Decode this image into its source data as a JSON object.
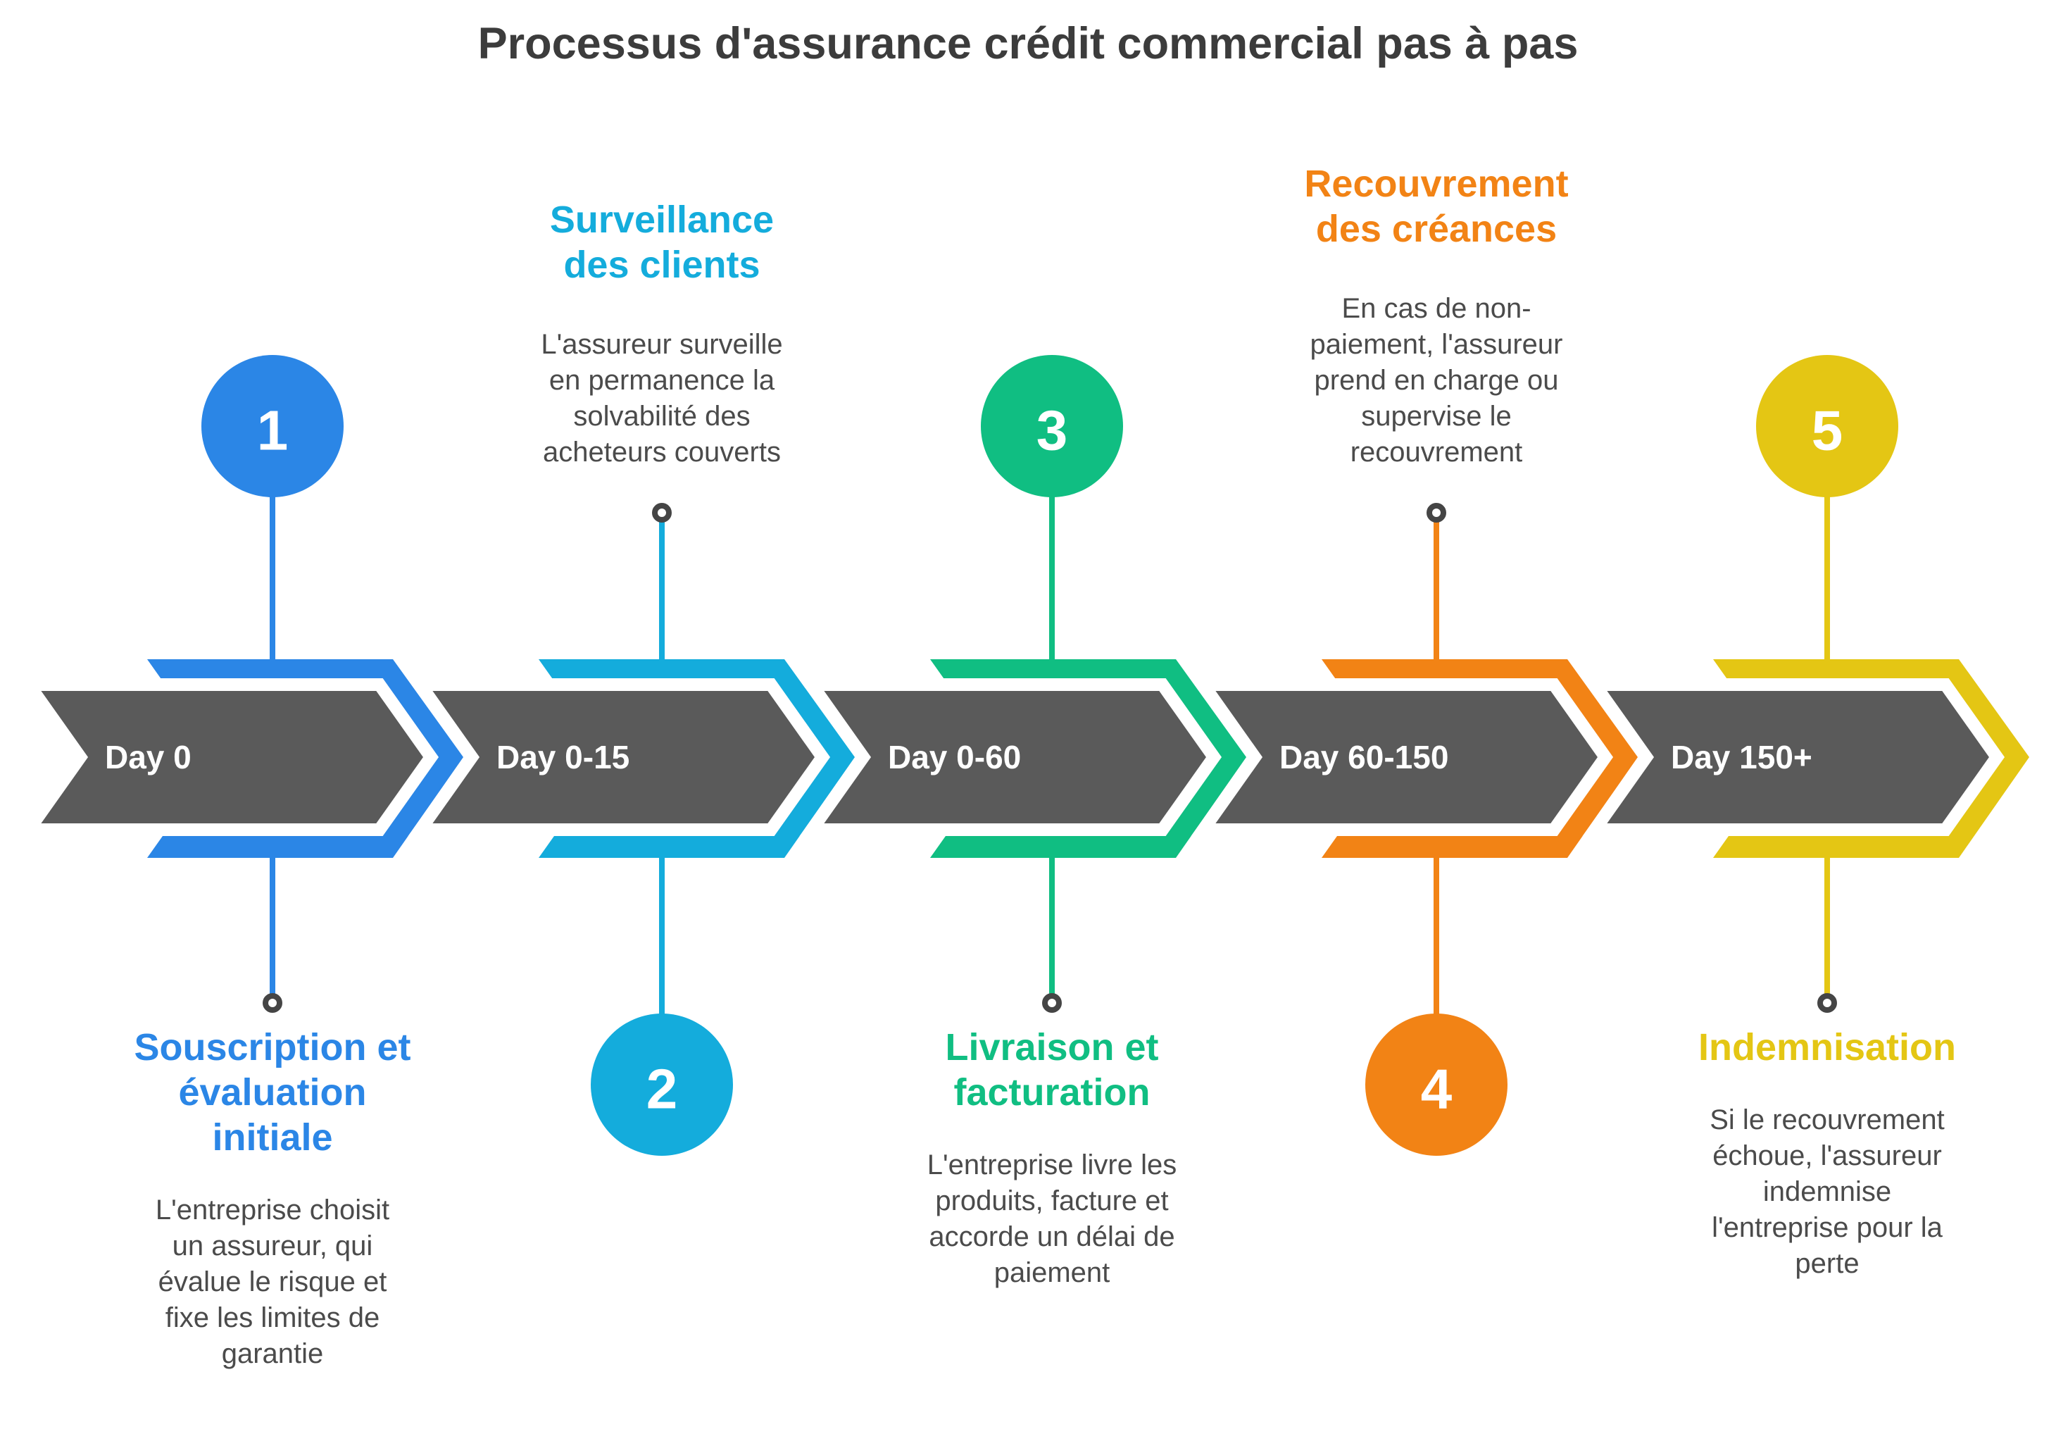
{
  "title": "Processus d'assurance crédit commercial pas à pas",
  "colors": {
    "title_text": "#3C3C3C",
    "description_text": "#4B4B4B",
    "band_gray": "#5A5A5A",
    "ring_border": "#454545",
    "background": "#FFFFFF"
  },
  "steps": [
    {
      "number": "1",
      "day_label": "Day 0",
      "heading": "Souscription et\névaluation\ninitiale",
      "description": "L'entreprise choisit\nun assureur, qui\névalue le risque et\nfixe les limites de\ngarantie",
      "color": "#2B86E6",
      "text_position": "below"
    },
    {
      "number": "2",
      "day_label": "Day 0-15",
      "heading": "Surveillance\ndes clients",
      "description": "L'assureur surveille\nen permanence la\nsolvabilité des\nacheteurs couverts",
      "color": "#14ACDC",
      "text_position": "above"
    },
    {
      "number": "3",
      "day_label": "Day 0-60",
      "heading": "Livraison et\nfacturation",
      "description": "L'entreprise livre les\nproduits, facture et\naccorde un délai de\npaiement",
      "color": "#10BE82",
      "text_position": "below"
    },
    {
      "number": "4",
      "day_label": "Day 60-150",
      "heading": "Recouvrement\ndes créances",
      "description": "En cas de non-\npaiement, l'assureur\nprend en charge ou\nsupervise le\nrecouvrement",
      "color": "#F28315",
      "text_position": "above"
    },
    {
      "number": "5",
      "day_label": "Day 150+",
      "heading": "Indemnisation",
      "description": "Si le recouvrement\néchoue, l'assureur\nindemnise\nl'entreprise pour la\nperte",
      "color": "#E4C614",
      "text_position": "below"
    }
  ]
}
